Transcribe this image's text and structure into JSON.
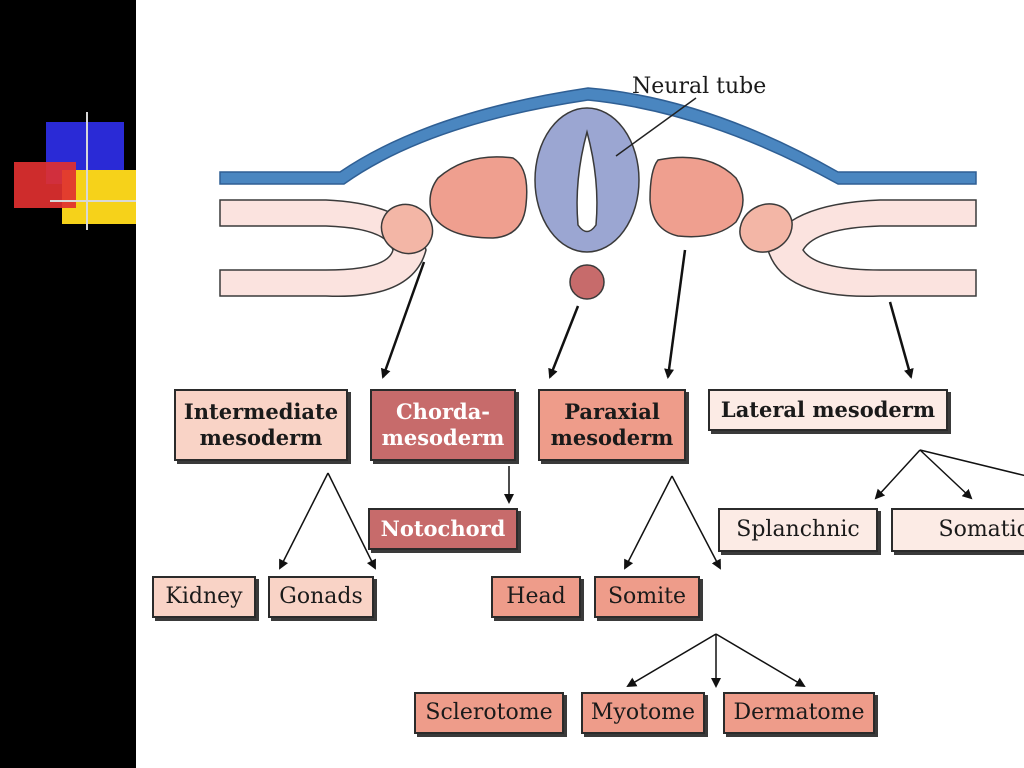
{
  "colors": {
    "ectoderm": "#4a86c0",
    "endoderm": "#fbe3df",
    "paraxial": "#ef9f8f",
    "intermediate": "#f3b6a6",
    "neural_tube": "#9ba6d2",
    "notochord": "#c76b6b",
    "box_light": "#f9d3c6",
    "box_dark": "#c76b6b",
    "box_medium": "#ee9c8a",
    "box_pale": "#fcebe5",
    "deco_blue": "#2a2ad6",
    "deco_red": "#e03030",
    "deco_yellow": "#f6d21a"
  },
  "labels": {
    "neural_tube": "Neural tube"
  },
  "boxes": {
    "intermediate": "Intermediate\nmesoderm",
    "chorda": "Chorda-\nmesoderm",
    "paraxial": "Paraxial\nmesoderm",
    "lateral": "Lateral mesoderm",
    "kidney": "Kidney",
    "gonads": "Gonads",
    "notochord": "Notochord",
    "head": "Head",
    "somite": "Somite",
    "splanchnic": "Splanchnic",
    "somatic": "Somatic",
    "sclerotome": "Sclerotome",
    "myotome": "Myotome",
    "dermatome": "Dermatome"
  }
}
